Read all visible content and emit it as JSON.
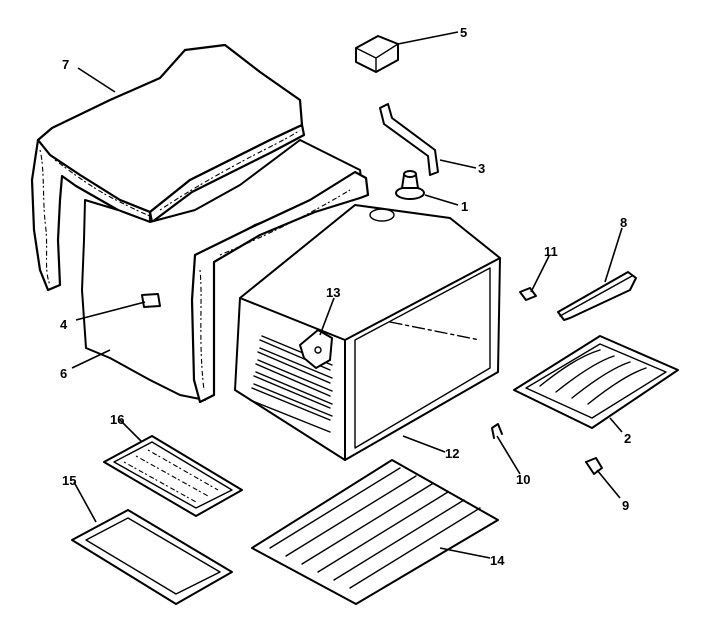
{
  "parts": [
    {
      "num": "1"
    },
    {
      "num": "2"
    },
    {
      "num": "3"
    },
    {
      "num": "4"
    },
    {
      "num": "5"
    },
    {
      "num": "6"
    },
    {
      "num": "7"
    },
    {
      "num": "8"
    },
    {
      "num": "9"
    },
    {
      "num": "10"
    },
    {
      "num": "11"
    },
    {
      "num": "12"
    },
    {
      "num": "13"
    },
    {
      "num": "14"
    },
    {
      "num": "15"
    },
    {
      "num": "16"
    }
  ]
}
